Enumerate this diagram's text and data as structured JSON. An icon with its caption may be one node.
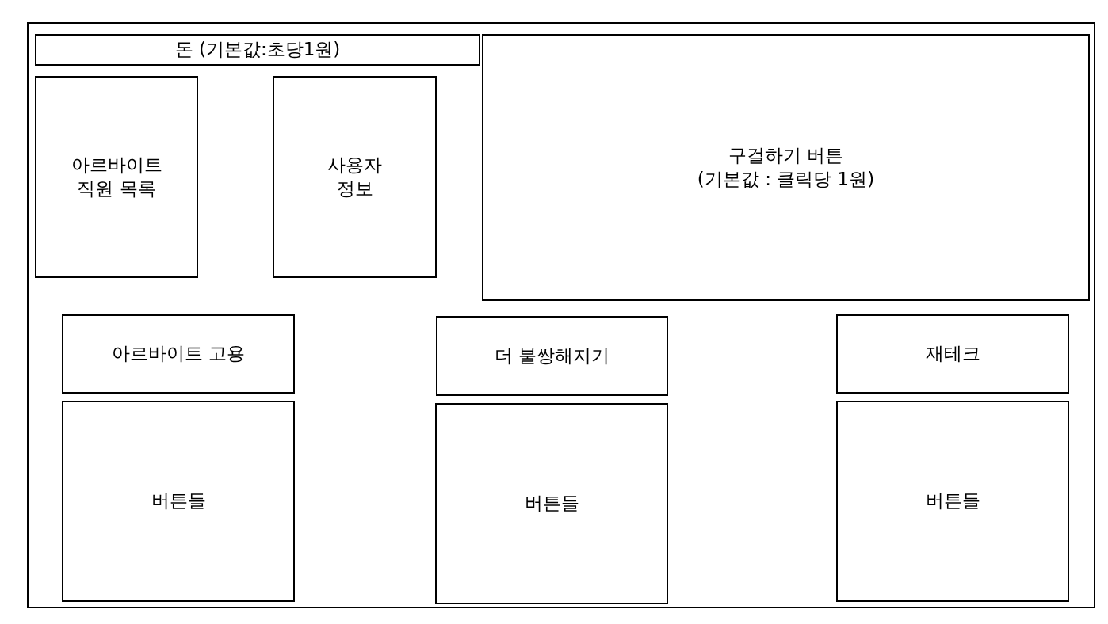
{
  "diagram": {
    "nodes": [
      {
        "text": [],
        "shape": "box"
      },
      {
        "text": [
          "돈 (기본값:초당1원)"
        ],
        "in": 0
      },
      {
        "text": [
          "아르바이트 직원 목록"
        ],
        "in": 0
      },
      {
        "text": [
          "사용자 정보"
        ],
        "in": 0
      },
      {
        "text": [
          "구걸하기 버튼",
          "(기본값 : 클릭당 1원)"
        ],
        "in": 0
      },
      {
        "text": [
          "아르바이트 고용"
        ],
        "in": 0
      },
      {
        "text": [
          "더 불쌍해지기"
        ],
        "in": 0
      },
      {
        "text": [
          "재테크"
        ],
        "in": 0
      },
      {
        "text": [
          "버튼들"
        ],
        "in": 0
      },
      {
        "text": [
          "버튼들"
        ],
        "in": 0
      },
      {
        "text": [
          "버튼들"
        ],
        "in": 0
      }
    ]
  }
}
